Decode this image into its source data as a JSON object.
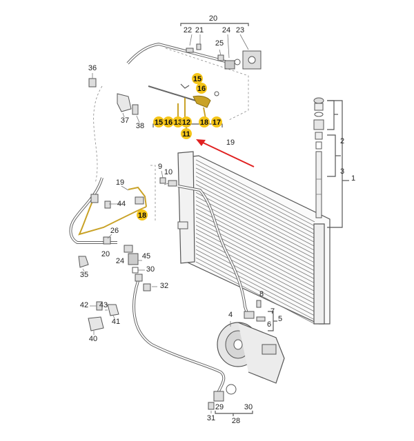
{
  "colors": {
    "highlight": "#f5c518",
    "arrow": "#e02020",
    "line": "#555555",
    "gold_hose": "#c9a227"
  },
  "labels": [
    {
      "id": "l20a",
      "text": "20"
    },
    {
      "id": "l22",
      "text": "22"
    },
    {
      "id": "l21",
      "text": "21"
    },
    {
      "id": "l24a",
      "text": "24"
    },
    {
      "id": "l23",
      "text": "23"
    },
    {
      "id": "l25",
      "text": "25"
    },
    {
      "id": "l36",
      "text": "36"
    },
    {
      "id": "l37",
      "text": "37"
    },
    {
      "id": "l38",
      "text": "38"
    },
    {
      "id": "l19a",
      "text": "19"
    },
    {
      "id": "l9",
      "text": "9"
    },
    {
      "id": "l10",
      "text": "10"
    },
    {
      "id": "l19b",
      "text": "19"
    },
    {
      "id": "l44",
      "text": "44"
    },
    {
      "id": "l26",
      "text": "26"
    },
    {
      "id": "l20b",
      "text": "20"
    },
    {
      "id": "l24b",
      "text": "24"
    },
    {
      "id": "l45",
      "text": "45"
    },
    {
      "id": "l35",
      "text": "35"
    },
    {
      "id": "l30a",
      "text": "30"
    },
    {
      "id": "l32",
      "text": "32"
    },
    {
      "id": "l42",
      "text": "42"
    },
    {
      "id": "l43",
      "text": "43"
    },
    {
      "id": "l41",
      "text": "41"
    },
    {
      "id": "l40",
      "text": "40"
    },
    {
      "id": "l8",
      "text": "8"
    },
    {
      "id": "l7",
      "text": "7"
    },
    {
      "id": "l5",
      "text": "5"
    },
    {
      "id": "l6",
      "text": "6"
    },
    {
      "id": "l4",
      "text": "4"
    },
    {
      "id": "l2",
      "text": "2"
    },
    {
      "id": "l1",
      "text": "1"
    },
    {
      "id": "l3",
      "text": "3"
    },
    {
      "id": "l29",
      "text": "29"
    },
    {
      "id": "l30b",
      "text": "30"
    },
    {
      "id": "l31",
      "text": "31"
    },
    {
      "id": "l28",
      "text": "28"
    }
  ],
  "highlighted_labels": [
    {
      "id": "h15a",
      "text": "15"
    },
    {
      "id": "h16a",
      "text": "16"
    },
    {
      "id": "h15b",
      "text": "15"
    },
    {
      "id": "h16b",
      "text": "16"
    },
    {
      "id": "h13",
      "text": "13"
    },
    {
      "id": "h12",
      "text": "12"
    },
    {
      "id": "h18a",
      "text": "18"
    },
    {
      "id": "h17",
      "text": "17"
    },
    {
      "id": "h11",
      "text": "11"
    },
    {
      "id": "h18b",
      "text": "18"
    }
  ]
}
